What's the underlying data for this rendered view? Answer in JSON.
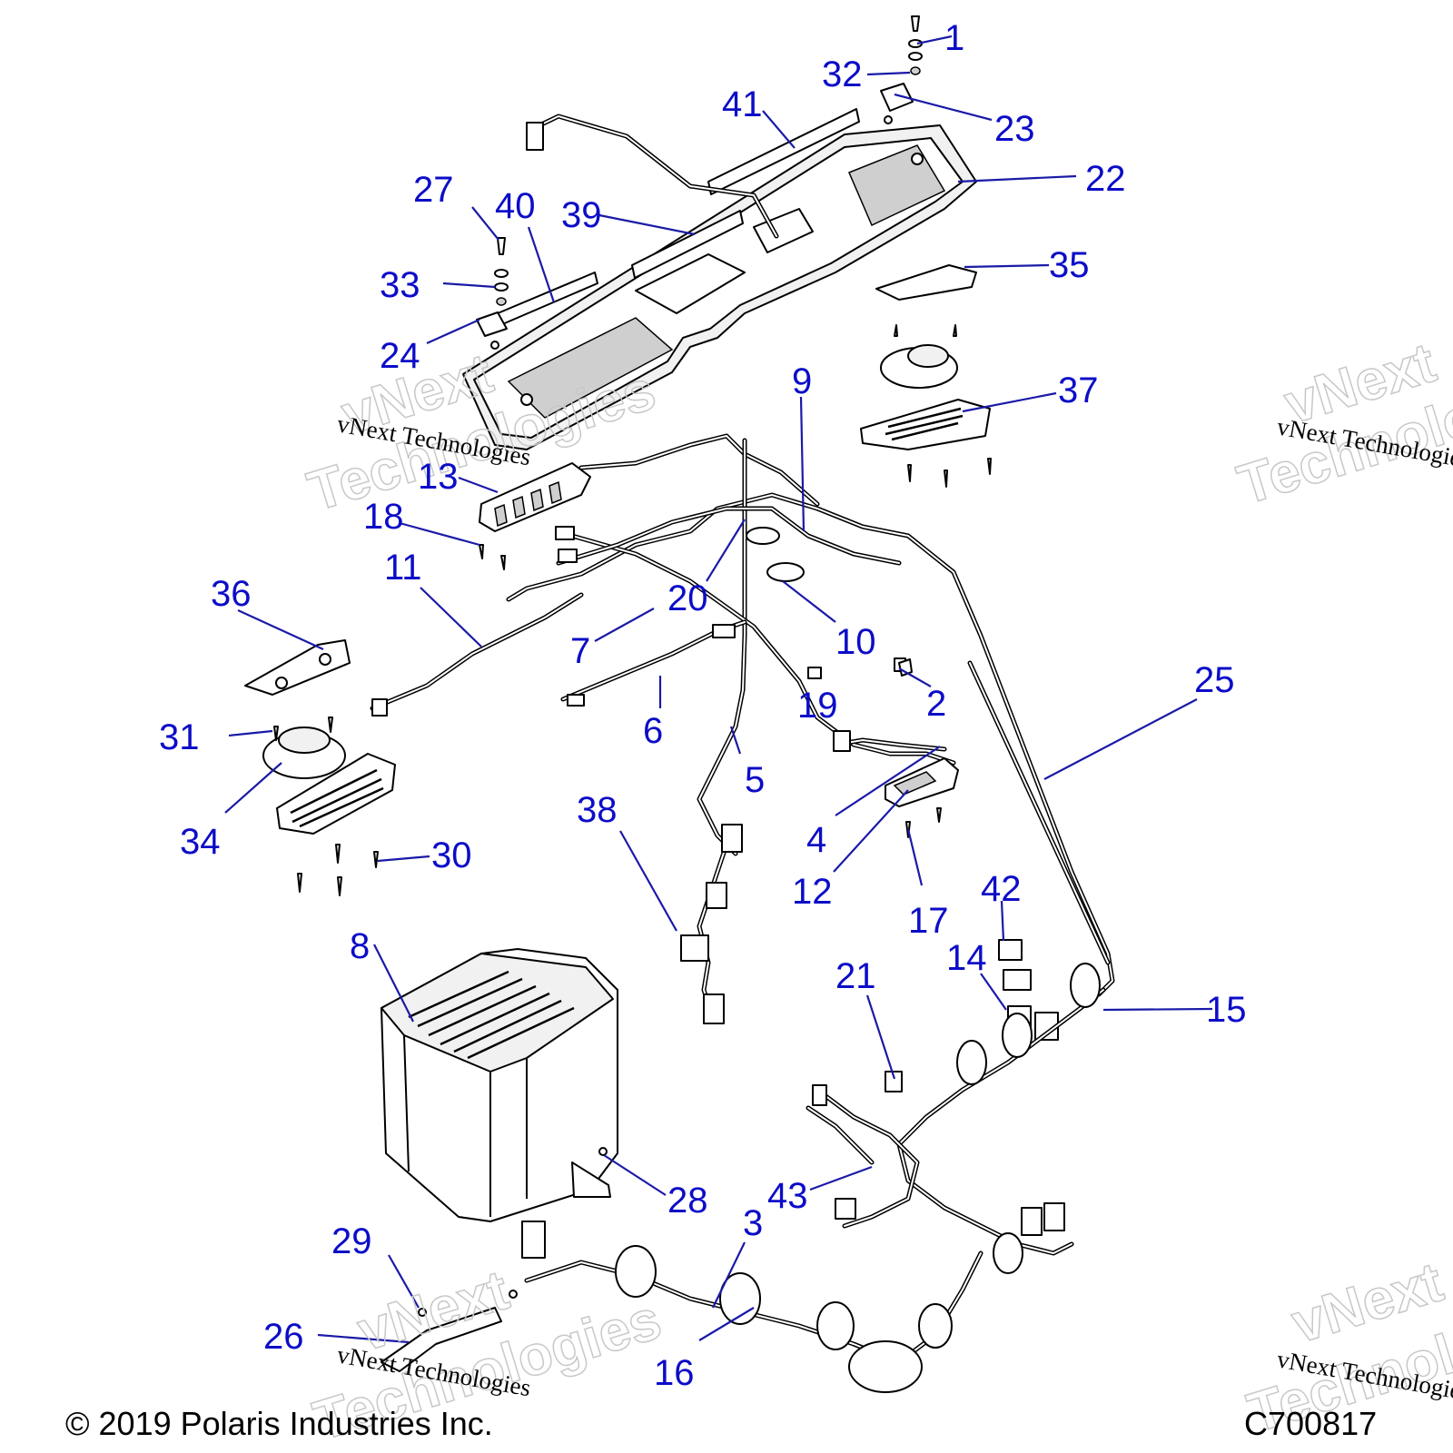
{
  "copyright": "© 2019 Polaris Industries Inc.",
  "diagram_id": "C700817",
  "watermark": {
    "line1": "vNext Technologies",
    "line2": "vNext",
    "line3": "Technologies"
  },
  "callouts": [
    {
      "id": "c1",
      "label": "1"
    },
    {
      "id": "c2",
      "label": "2"
    },
    {
      "id": "c3",
      "label": "3"
    },
    {
      "id": "c4",
      "label": "4"
    },
    {
      "id": "c5",
      "label": "5"
    },
    {
      "id": "c6",
      "label": "6"
    },
    {
      "id": "c7",
      "label": "7"
    },
    {
      "id": "c8",
      "label": "8"
    },
    {
      "id": "c9",
      "label": "9"
    },
    {
      "id": "c10",
      "label": "10"
    },
    {
      "id": "c11",
      "label": "11"
    },
    {
      "id": "c12",
      "label": "12"
    },
    {
      "id": "c13",
      "label": "13"
    },
    {
      "id": "c14",
      "label": "14"
    },
    {
      "id": "c15",
      "label": "15"
    },
    {
      "id": "c16",
      "label": "16"
    },
    {
      "id": "c17",
      "label": "17"
    },
    {
      "id": "c18",
      "label": "18"
    },
    {
      "id": "c19",
      "label": "19"
    },
    {
      "id": "c20",
      "label": "20"
    },
    {
      "id": "c21",
      "label": "21"
    },
    {
      "id": "c22",
      "label": "22"
    },
    {
      "id": "c23",
      "label": "23"
    },
    {
      "id": "c24",
      "label": "24"
    },
    {
      "id": "c25",
      "label": "25"
    },
    {
      "id": "c26",
      "label": "26"
    },
    {
      "id": "c27",
      "label": "27"
    },
    {
      "id": "c28",
      "label": "28"
    },
    {
      "id": "c29",
      "label": "29"
    },
    {
      "id": "c30",
      "label": "30"
    },
    {
      "id": "c31",
      "label": "31"
    },
    {
      "id": "c32",
      "label": "32"
    },
    {
      "id": "c33",
      "label": "33"
    },
    {
      "id": "c34",
      "label": "34"
    },
    {
      "id": "c35",
      "label": "35"
    },
    {
      "id": "c36",
      "label": "36"
    },
    {
      "id": "c37",
      "label": "37"
    },
    {
      "id": "c38",
      "label": "38"
    },
    {
      "id": "c39",
      "label": "39"
    },
    {
      "id": "c40",
      "label": "40"
    },
    {
      "id": "c41",
      "label": "41"
    },
    {
      "id": "c42",
      "label": "42"
    },
    {
      "id": "c43",
      "label": "43"
    }
  ]
}
